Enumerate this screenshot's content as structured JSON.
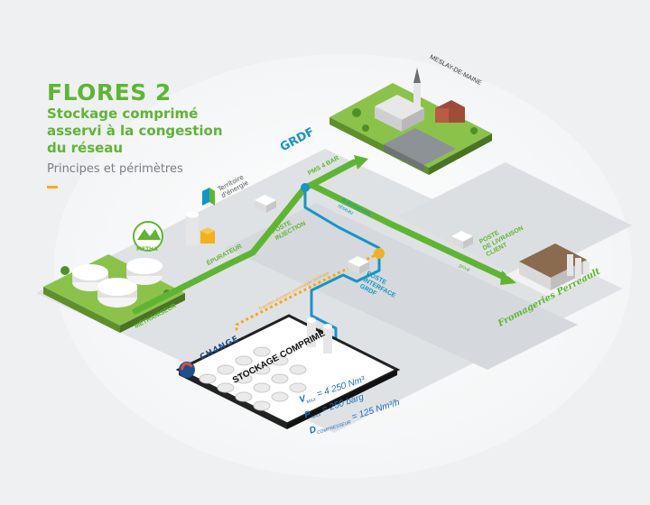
{
  "header": {
    "title": "FLORES 2",
    "subtitle_lines": [
      "Stockage comprimé",
      "asservi à la congestion",
      "du réseau"
    ],
    "tagline": "Principes et périmètres"
  },
  "colors": {
    "accent_green": "#5fb531",
    "network_blue": "#1496c6",
    "orange": "#f2a81e",
    "platform": "#cfd3d7"
  },
  "logos": {
    "metha": "METHA",
    "territoire": [
      "Territoire",
      "d'énergie"
    ],
    "grdf": "GRDF",
    "change": "CH4NGE",
    "fromageries": "Fromageries Perreault"
  },
  "labels": {
    "methaniseur": "MÉTHANISEUR",
    "epurateur": "ÉPURATEUR",
    "poste_injection": [
      "POSTE",
      "INJECTION"
    ],
    "pms": "PMS 4 BAR",
    "branchement": [
      "Branchement",
      "réseau"
    ],
    "poste_interface": [
      "POSTE",
      "INTERFACE",
      "GRDF"
    ],
    "poste_livraison": [
      "POSTE",
      "DE LIVRAISON",
      "CLIENT"
    ],
    "reseau_prive": [
      "Réseau",
      "privé"
    ],
    "village": "MESLAY-DE-MAINE",
    "orange_line": "Transfert données commande stockage",
    "stockage": "STOCKAGE COMPRIMÉ"
  },
  "specs": [
    {
      "sym": "V",
      "sub": "MAX",
      "value": "= 4 250 Nm³"
    },
    {
      "sym": "P",
      "sub": "MAX",
      "value": "= 250 barg"
    },
    {
      "sym": "D",
      "sub": "COMPRESSEUR",
      "value": "= 125 Nm³/h"
    }
  ]
}
